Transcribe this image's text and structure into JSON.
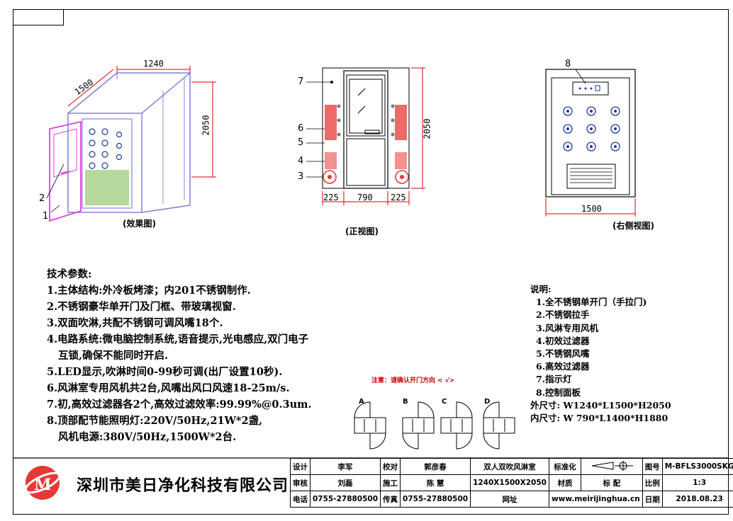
{
  "views": {
    "perspective": {
      "caption": "(效果图)",
      "dim_width": "1240",
      "dim_depth": "1500",
      "dim_height": "2050",
      "callouts": [
        "2",
        "1"
      ]
    },
    "front": {
      "caption": "(正视图)",
      "dim_left": "225",
      "dim_mid": "790",
      "dim_right": "225",
      "dim_height": "2050",
      "callouts": [
        "7",
        "6",
        "5",
        "4",
        "3"
      ]
    },
    "side": {
      "caption": "(右侧视图)",
      "dim_width": "1500",
      "callout": "8"
    }
  },
  "specs": {
    "title": "技术参数:",
    "lines": [
      "1.主体结构:外冷板烤漆；内201不锈钢制作.",
      "2.不锈钢豪华单开门及门框、带玻璃视窗.",
      "3.双面吹淋,共配不锈钢可调风嘴18个.",
      "4.电路系统:微电脑控制系统,语音提示,光电感应,双门电子",
      "  互锁,确保不能同时开启.",
      "5.LED显示,吹淋时间0-99秒可调(出厂设置10秒).",
      "6.风淋室专用风机共2台,风嘴出风口风速18-25m/s.",
      "7.初,高效过滤器各2个,高效过滤效率:99.99%@0.3um.",
      "8.顶部配节能照明灯:220V/50Hz,21W*2盏,",
      "  风机电源:380V/50Hz,1500W*2台."
    ]
  },
  "notes": {
    "title": "说明:",
    "items": [
      "1.全不锈钢单开门（手拉门)",
      "2.不锈钢拉手",
      "3.风淋专用风机",
      "4.初效过滤器",
      "5.不锈钢风嘴",
      "6.高效过滤器",
      "7.指示灯",
      "8.控制面板"
    ],
    "outer_size": "外尺寸: W1240*L1500*H2050",
    "inner_size": "内尺寸: W 790*L1400*H1880"
  },
  "warning": "注意：请确认开门方向 < √>",
  "door_options": [
    "A",
    "B",
    "C",
    "D"
  ],
  "title_block": {
    "company": "深圳市美日净化科技有限公司",
    "row1": [
      "设计",
      "李军",
      "校对",
      "郭彦春",
      "双人双吹风淋室",
      "标准化",
      "",
      "图号",
      "M-BFLS3000SKG"
    ],
    "row2": [
      "审核",
      "刘磊",
      "施工",
      "陈   慧",
      "1240X1500X2050",
      "材质",
      "标   配",
      "比例",
      "1:3"
    ],
    "row3": [
      "电话",
      "0755-27880500",
      "传真",
      "0755-27880500",
      "网址",
      "www.meirijinghua.cn",
      "",
      "日期",
      "2018.08.23"
    ]
  },
  "colors": {
    "pink": "#e040e0",
    "red": "#e53935",
    "blue": "#1e3a9e",
    "green": "#2e7d32"
  }
}
